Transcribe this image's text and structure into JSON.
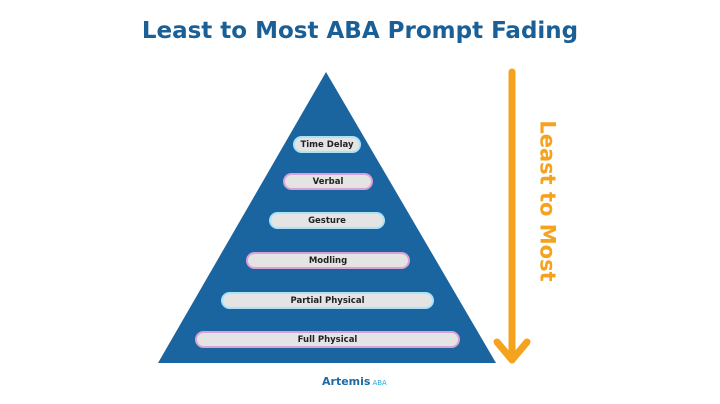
{
  "title": "Least to Most ABA Prompt Fading",
  "levels": [
    {
      "label": "Time Delay"
    },
    {
      "label": "Verbal"
    },
    {
      "label": "Gesture"
    },
    {
      "label": "Modling"
    },
    {
      "label": "Partial Physical"
    },
    {
      "label": "Full Physical"
    }
  ],
  "arrow_label": "Least to Most",
  "logo": {
    "name": "Artemis",
    "suffix": "ABA"
  },
  "colors": {
    "pyramid": "#1a64a0",
    "arrow": "#f5a21f",
    "title": "#1a5f96"
  }
}
